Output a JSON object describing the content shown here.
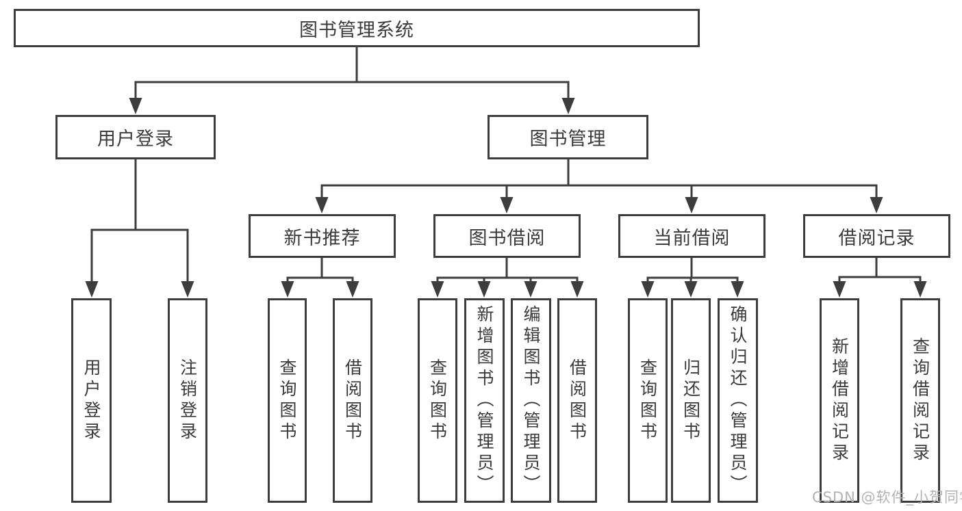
{
  "diagram": {
    "root": {
      "label": "图书管理系统",
      "children": [
        {
          "label": "用户登录",
          "children": [
            {
              "label": "用户登录"
            },
            {
              "label": "注销登录"
            }
          ]
        },
        {
          "label": "图书管理",
          "children": [
            {
              "label": "新书推荐",
              "children": [
                {
                  "label": "查询图书"
                },
                {
                  "label": "借阅图书"
                }
              ]
            },
            {
              "label": "图书借阅",
              "children": [
                {
                  "label": "查询图书"
                },
                {
                  "label": "新增图书（管理员）"
                },
                {
                  "label": "编辑图书（管理员）"
                },
                {
                  "label": "借阅图书"
                }
              ]
            },
            {
              "label": "当前借阅",
              "children": [
                {
                  "label": "查询图书"
                },
                {
                  "label": "归还图书"
                },
                {
                  "label": "确认归还（管理员）"
                }
              ]
            },
            {
              "label": "借阅记录",
              "children": [
                {
                  "label": "新增借阅记录"
                },
                {
                  "label": "查询借阅记录"
                }
              ]
            }
          ]
        }
      ]
    },
    "colors": {
      "line": "#3d3d3d",
      "text": "#3a3a3a",
      "background": "#ffffff",
      "watermark": "#b2b2b2"
    }
  },
  "watermark": {
    "text": "CSDN @软件_小贺同学"
  }
}
